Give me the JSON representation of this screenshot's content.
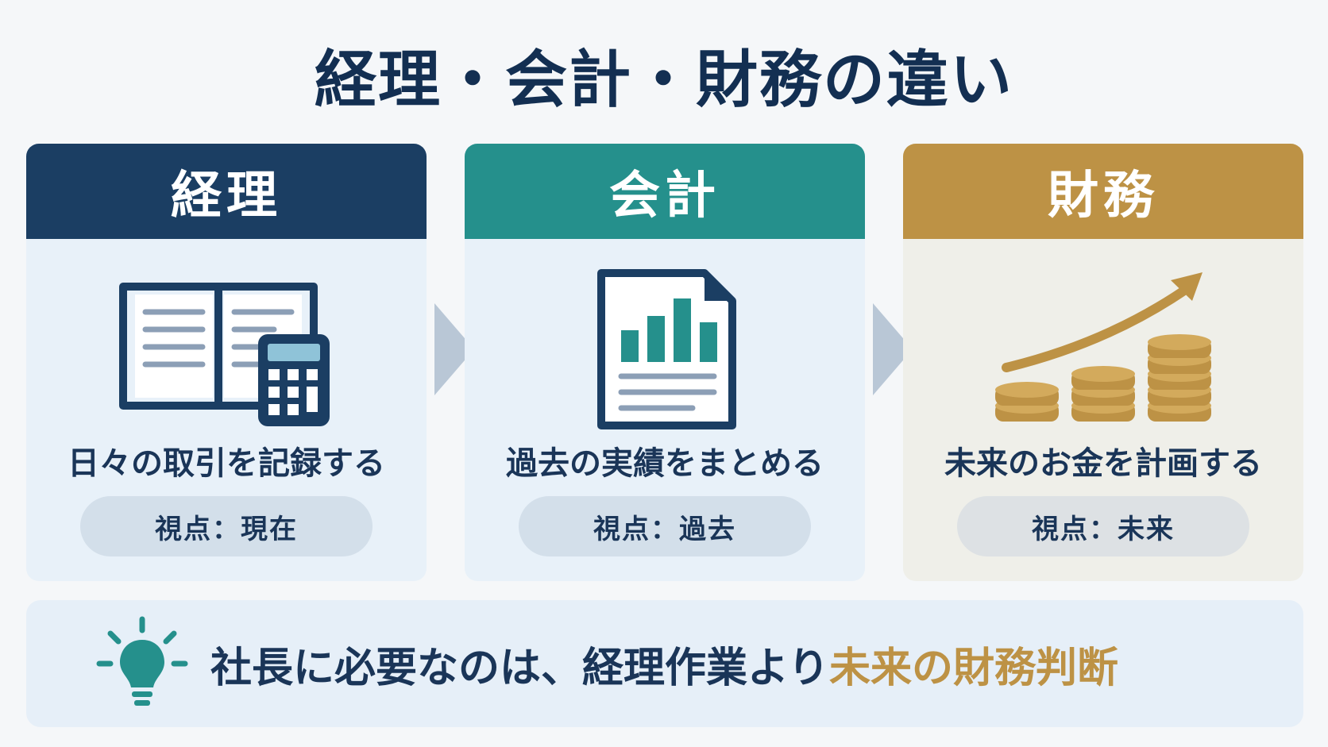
{
  "title": "経理・会計・財務の違い",
  "colors": {
    "navy": "#1b3e63",
    "teal": "#25908c",
    "gold": "#bd9245",
    "text": "#1a3558"
  },
  "cards": [
    {
      "heading": "経理",
      "icon": "book-calculator-icon",
      "description": "日々の取引を記録する",
      "viewpoint": "視点：現在"
    },
    {
      "heading": "会計",
      "icon": "report-chart-icon",
      "description": "過去の実績をまとめる",
      "viewpoint": "視点：過去"
    },
    {
      "heading": "財務",
      "icon": "coins-growth-icon",
      "description": "未来のお金を計画する",
      "viewpoint": "視点：未来"
    }
  ],
  "banner": {
    "icon": "lightbulb-icon",
    "text_main": "社長に必要なのは、経理作業より",
    "text_highlight": "未来の財務判断"
  }
}
